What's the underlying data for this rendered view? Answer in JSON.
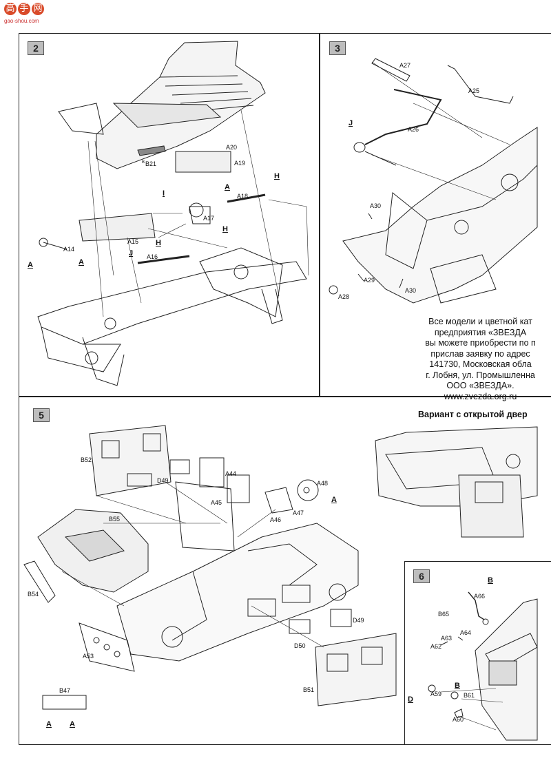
{
  "watermark": {
    "glyphs": [
      "高",
      "手",
      "网"
    ],
    "url": "gao-shou.com"
  },
  "steps": [
    {
      "number": "2",
      "parts": [
        "B21",
        "A20",
        "A19",
        "A18",
        "A17",
        "A16",
        "A15",
        "A14"
      ],
      "refs": [
        "H",
        "H",
        "H",
        "J",
        "I",
        "A",
        "A",
        "A"
      ]
    },
    {
      "number": "3",
      "parts": [
        "A27",
        "A25",
        "A26",
        "A30",
        "A30",
        "A29",
        "A28"
      ],
      "refs": [
        "J"
      ]
    },
    {
      "number": "5",
      "parts": [
        "B52",
        "D49",
        "A44",
        "A45",
        "A48",
        "A47",
        "A46",
        "B55",
        "B54",
        "A53",
        "D50",
        "D49",
        "B51",
        "B47"
      ],
      "refs": [
        "A",
        "A",
        "A"
      ]
    },
    {
      "number": "6",
      "parts": [
        "A66",
        "B65",
        "A64",
        "A63",
        "A62",
        "A59",
        "B61",
        "A60"
      ],
      "refs": [
        "B",
        "B",
        "D"
      ]
    }
  ],
  "info_text": [
    "Все модели и цветной кат",
    "предприятия «ЗВЕЗДА",
    "вы можете приобрести по п",
    "прислав заявку по адрес",
    "141730, Московская обла",
    "г. Лобня, ул. Промышленна",
    "ООО «ЗВЕЗДА».",
    "www.zvezda.org.ru"
  ],
  "variant_title": "Вариант с открытой двер"
}
